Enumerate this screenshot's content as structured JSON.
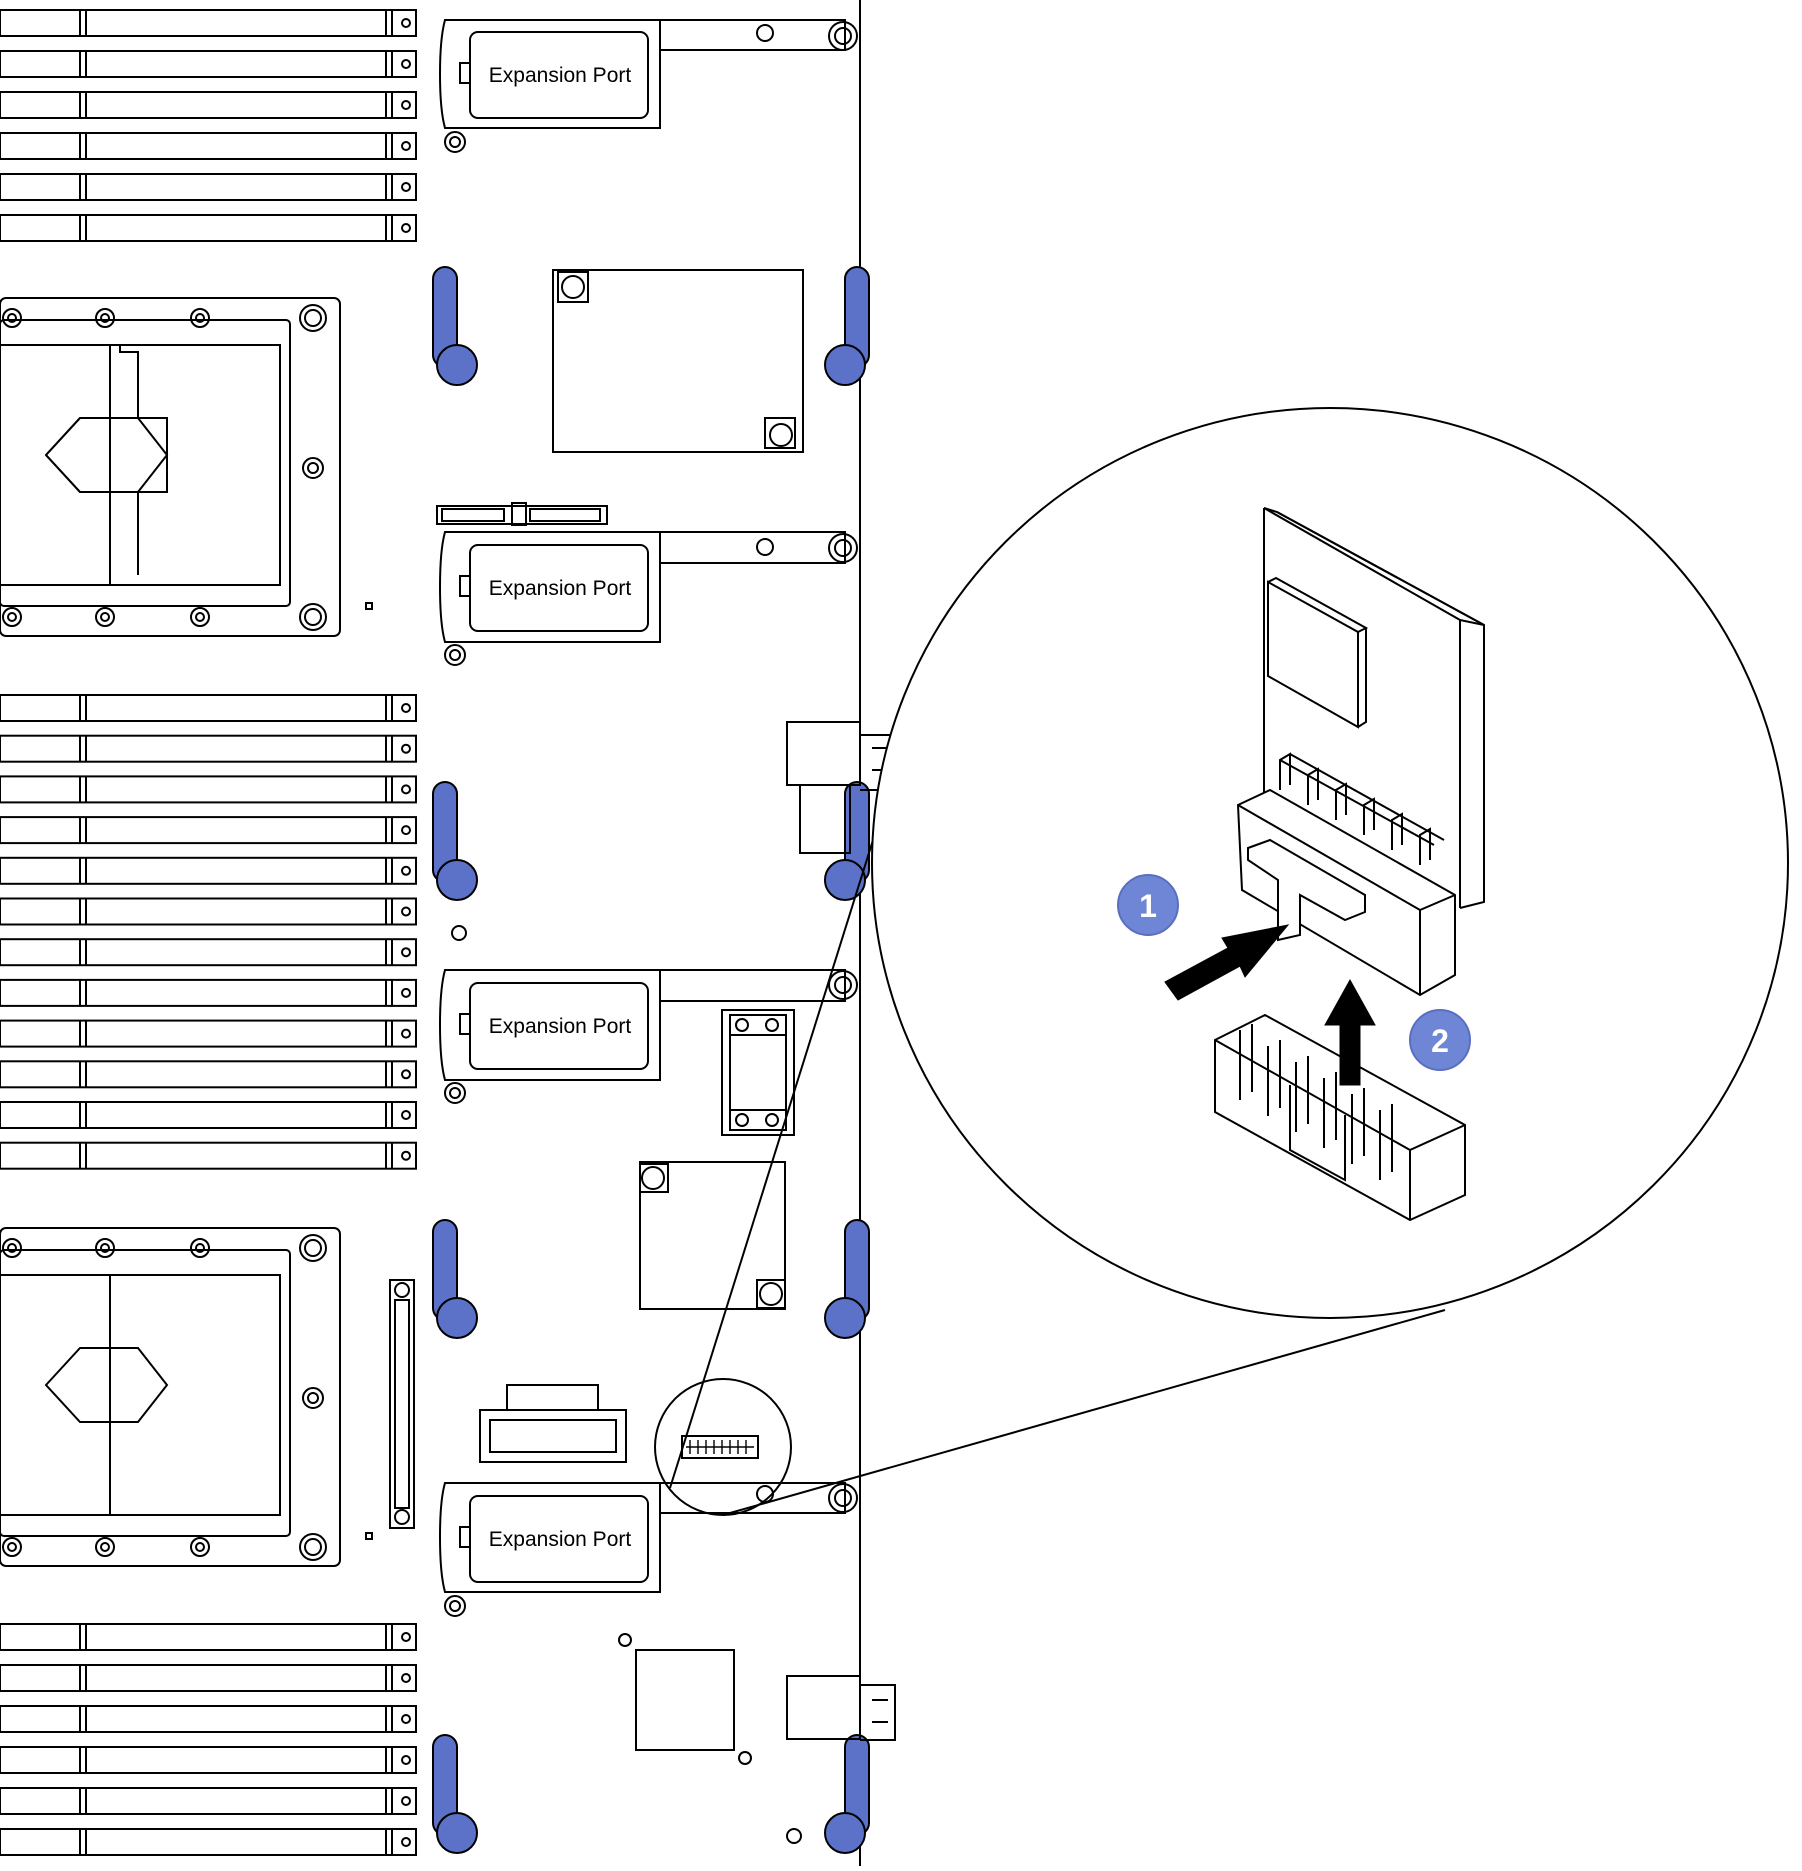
{
  "expansion_ports": [
    {
      "label": "Expansion Port"
    },
    {
      "label": "Expansion Port"
    },
    {
      "label": "Expansion Port"
    },
    {
      "label": "Expansion Port"
    }
  ],
  "callouts": [
    {
      "number": "1"
    },
    {
      "number": "2"
    }
  ],
  "colors": {
    "latch_blue": "#5b72c8",
    "callout_blue": "#6f85d6",
    "line": "#000000",
    "background": "#ffffff"
  }
}
